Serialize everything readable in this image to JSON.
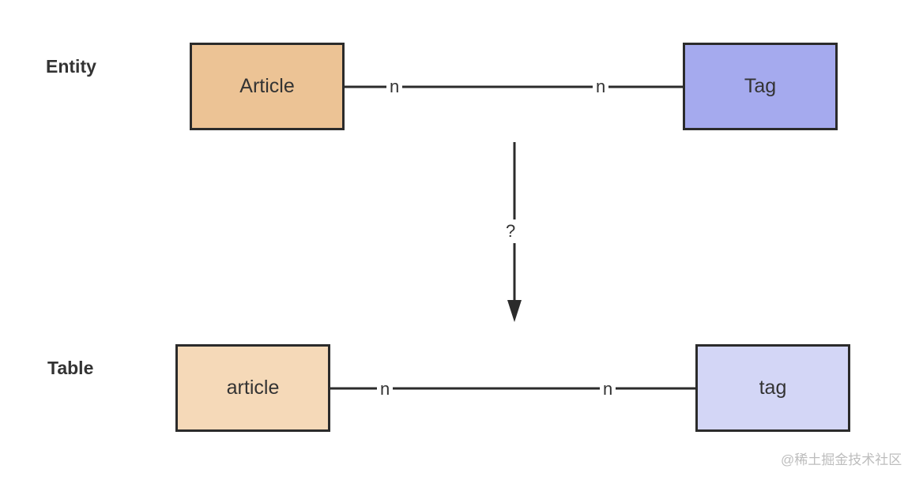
{
  "rows": {
    "entity_label": "Entity",
    "table_label": "Table"
  },
  "entity": {
    "left_box": "Article",
    "right_box": "Tag",
    "left_cardinality": "n",
    "right_cardinality": "n"
  },
  "table": {
    "left_box": "article",
    "right_box": "tag",
    "left_cardinality": "n",
    "right_cardinality": "n"
  },
  "transition_label": "?",
  "watermark": "@稀土掘金技术社区",
  "colors": {
    "article_entity": "#ecc395",
    "tag_entity": "#a5aaee",
    "article_table": "#f5d9b8",
    "tag_table": "#d3d6f6",
    "stroke": "#2b2b2b"
  }
}
